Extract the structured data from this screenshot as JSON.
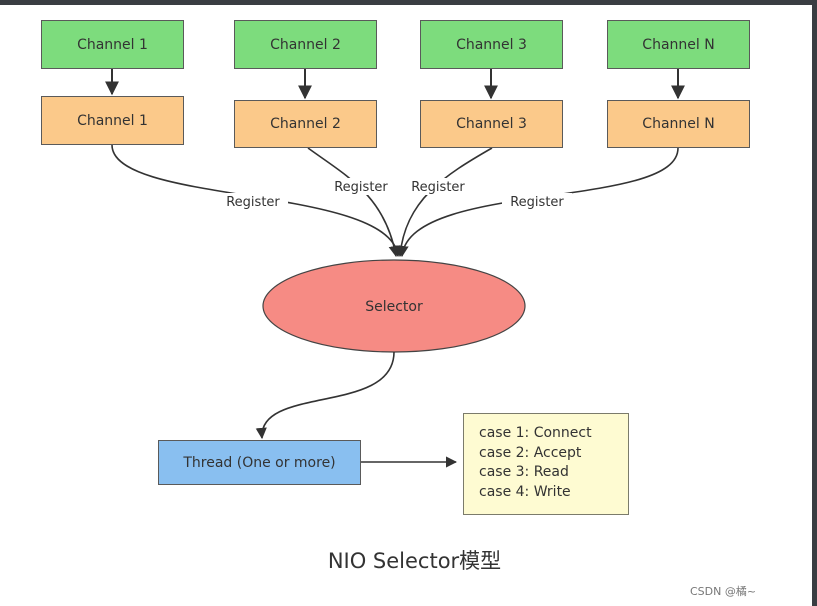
{
  "channels_top": [
    "Channel 1",
    "Channel 2",
    "Channel 3",
    "Channel N"
  ],
  "channels_bottom": [
    "Channel 1",
    "Channel 2",
    "Channel 3",
    "Channel N"
  ],
  "register_labels": [
    "Register",
    "Register",
    "Register",
    "Register"
  ],
  "selector_label": "Selector",
  "thread_label": "Thread (One or more)",
  "cases": [
    "case 1:  Connect",
    "case 2:  Accept",
    "case 3:  Read",
    "case 4:  Write"
  ],
  "caption": "NIO Selector模型",
  "watermark": "CSDN @橘~",
  "colors": {
    "channel_top": "#7ddc7d",
    "channel_bottom": "#fbc98a",
    "selector": "#f68b84",
    "thread": "#89bff0",
    "cases_box": "#fefbd2"
  }
}
